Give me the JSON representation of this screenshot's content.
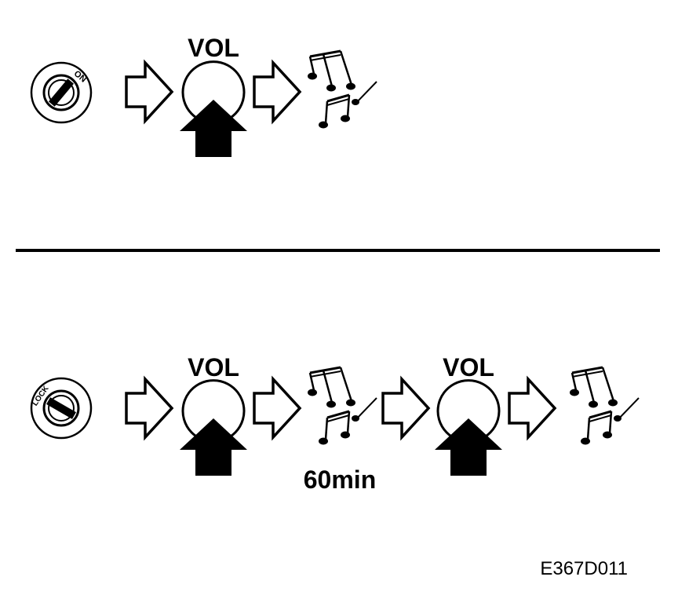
{
  "top_sequence": {
    "ignition_key_label": "ON",
    "vol_button_label": "VOL"
  },
  "bottom_sequence": {
    "ignition_key_label": "LOCK",
    "vol_button_1_label": "VOL",
    "wait_time_label": "60min",
    "vol_button_2_label": "VOL"
  },
  "figure_code": "E367D011"
}
